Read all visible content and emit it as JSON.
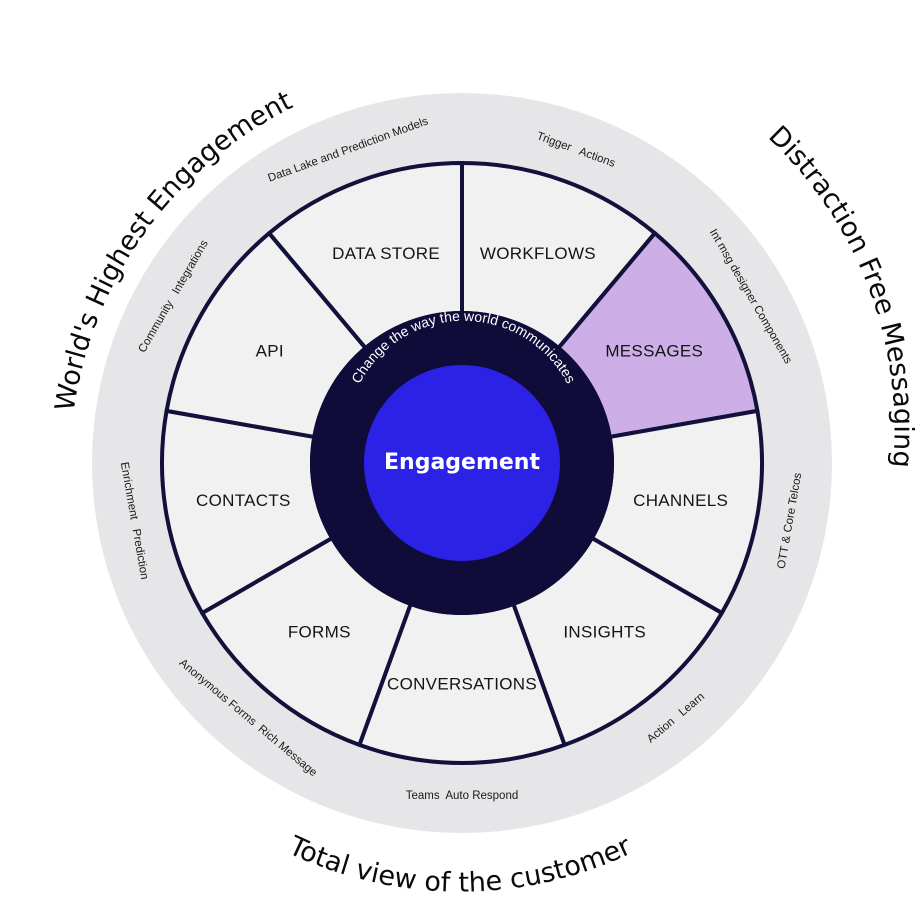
{
  "colors": {
    "outer_ring": "#e6e6e8",
    "segment_fill": "#f1f1f1",
    "segment_highlight": "#cdaee6",
    "outline": "#12113b",
    "hub_dark": "#0f0c3a",
    "hub_core": "#2b22e6"
  },
  "hub": {
    "title": "Engagement",
    "tagline": "Change the way the world communicates"
  },
  "segments": [
    {
      "label": "WORKFLOWS",
      "highlighted": false
    },
    {
      "label": "MESSAGES",
      "highlighted": true
    },
    {
      "label": "CHANNELS",
      "highlighted": false
    },
    {
      "label": "INSIGHTS",
      "highlighted": false
    },
    {
      "label": "CONVERSATIONS",
      "highlighted": false
    },
    {
      "label": "FORMS",
      "highlighted": false
    },
    {
      "label": "CONTACTS",
      "highlighted": false
    },
    {
      "label": "API",
      "highlighted": false
    },
    {
      "label": "DATA STORE",
      "highlighted": false
    }
  ],
  "ring_labels": [
    "Trigger   Actions",
    "Int msg designer Components",
    "OTT & Core Telcos",
    "Action   Learn",
    "Teams  Auto Respond",
    "Anonymous Forms  Rich Message",
    "Enrichment   Prediction",
    "Community   Integrations",
    "Data Lake and Prediction Models"
  ],
  "outer_labels": {
    "left": "World's Highest Engagement",
    "right": "Distraction Free Messaging",
    "bottom": "Total view of the customer"
  }
}
